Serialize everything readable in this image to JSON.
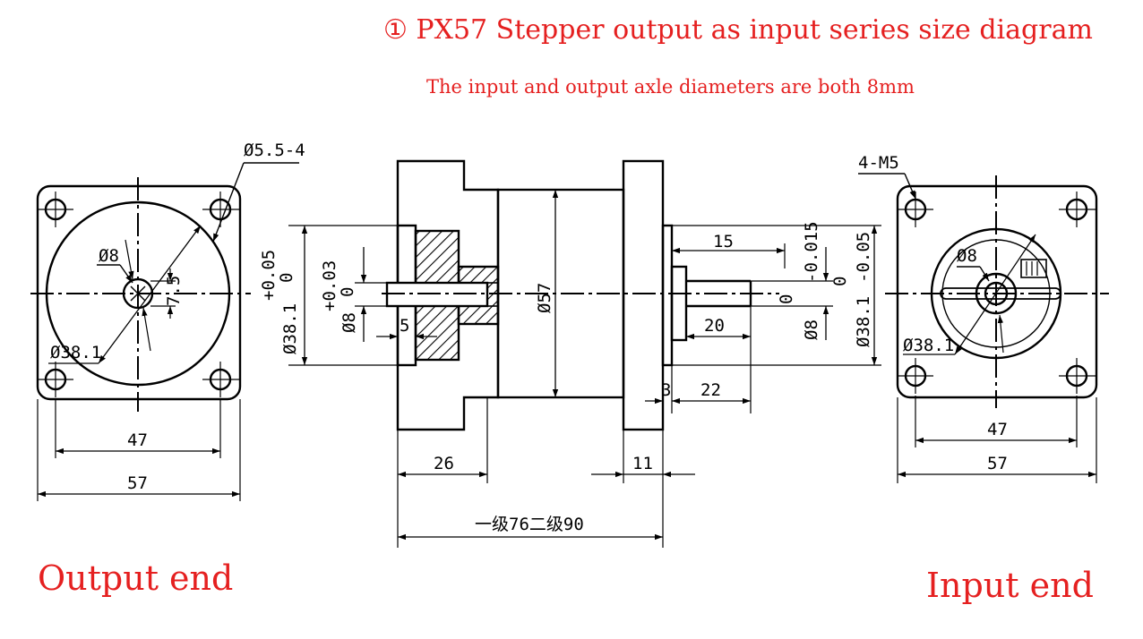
{
  "title": "① PX57 Stepper output as input series size diagram",
  "subtitle": "The input and output axle diameters are both 8mm",
  "labels": {
    "output_end": "Output end",
    "input_end": "Input end"
  },
  "colors": {
    "accent": "#e52020",
    "line": "#000000"
  },
  "output_view": {
    "hole_spec": "Ø5.5-4",
    "shaft_dia": "Ø8",
    "key_dim": "7.5",
    "pilot_dia": "Ø38.1",
    "hole_pitch": "47",
    "flange_size": "57"
  },
  "side_view": {
    "pilot_tol_top": "+0.05",
    "pilot_tol_bottom": "0",
    "pilot_dia": "Ø38.1",
    "bore_tol_top": "+0.03",
    "bore_tol_bottom": "0",
    "bore_dia": "Ø8",
    "bore_depth": "5",
    "body_dia": "Ø57",
    "shaft_length": "15",
    "key_length": "20",
    "shaft_tol_top": "0",
    "shaft_tol_bottom": "-0.015",
    "shaft_dia": "Ø8",
    "pilot_out_tol_top": "0",
    "pilot_out_tol_bottom": "-0.05",
    "pilot_out_dia": "Ø38.1",
    "pilot_out_len": "3",
    "shaft_total": "22",
    "input_flange_len": "26",
    "output_flange_thk": "11",
    "total_length": "一级76二级90"
  },
  "input_view": {
    "thread_spec": "4-M5",
    "shaft_dia": "Ø8",
    "pilot_dia": "Ø38.1",
    "hole_pitch": "47",
    "flange_size": "57"
  }
}
